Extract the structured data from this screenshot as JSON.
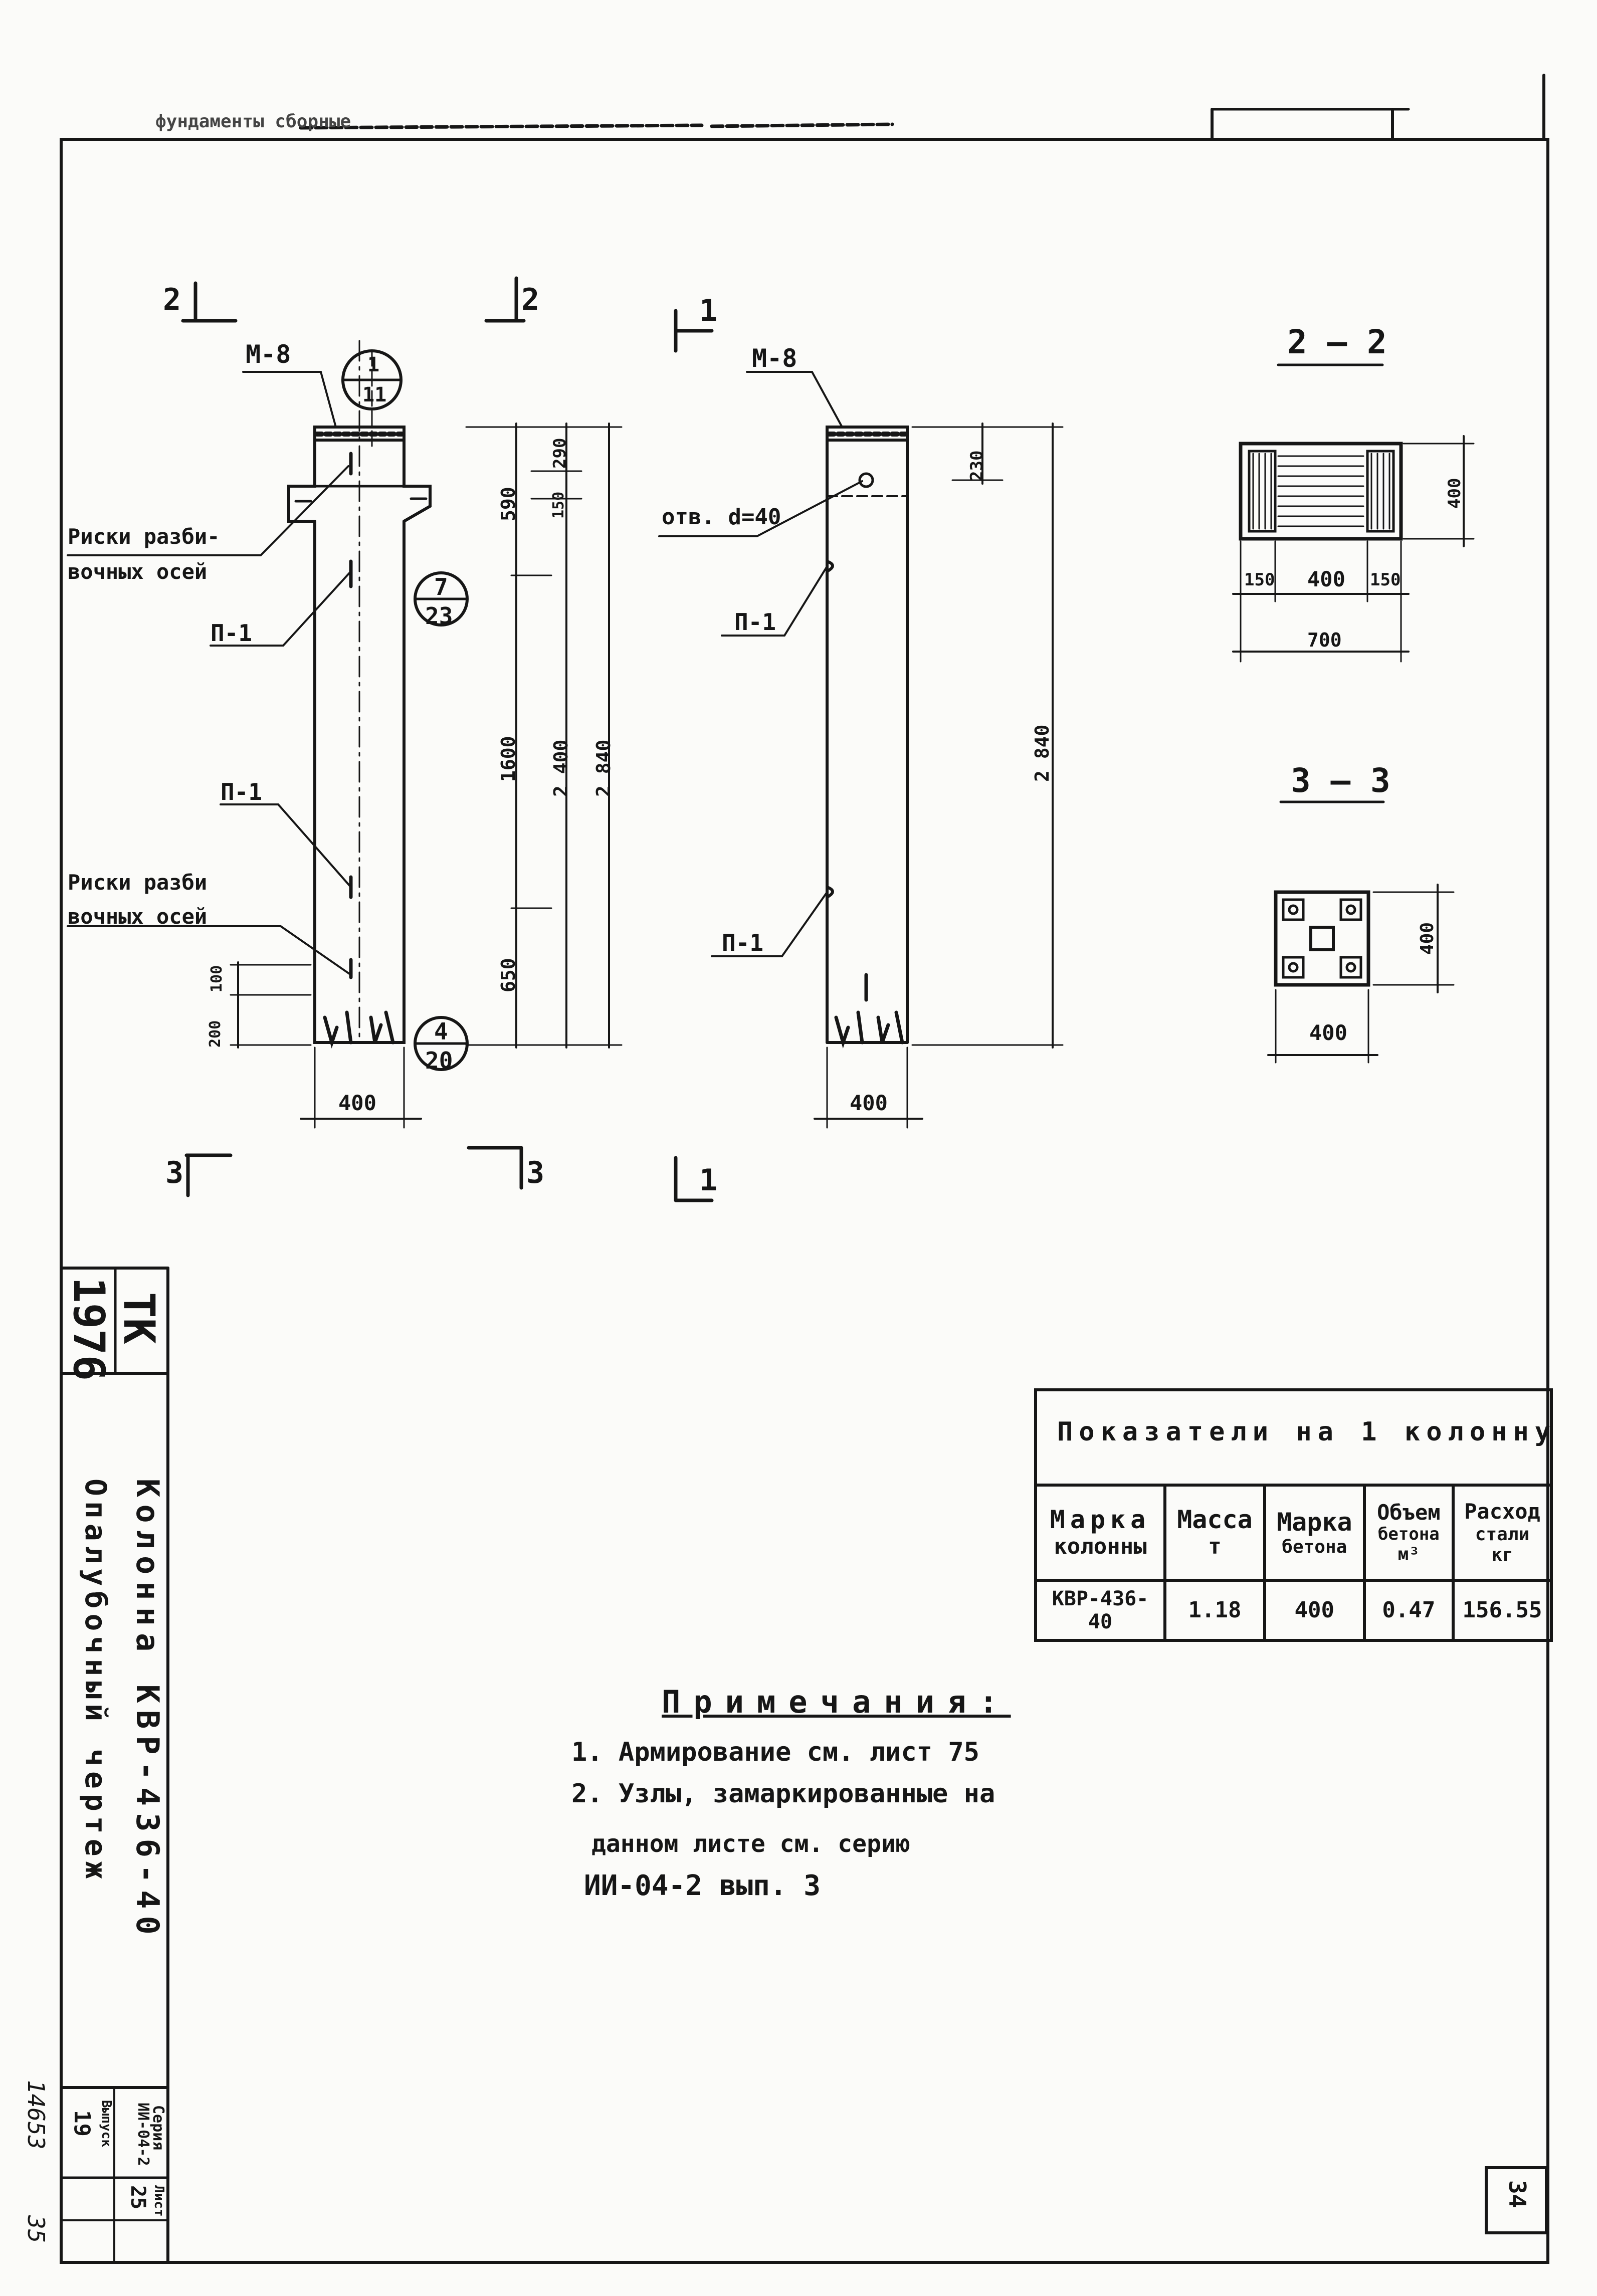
{
  "header_scribble": "фундаменты сборные",
  "view_left": {
    "section_mark_top_left": "2",
    "section_mark_top_right": "2",
    "section_mark_bottom_left": "3",
    "section_mark_bottom_right": "3",
    "embed_label": "М-8",
    "node_top": {
      "num": "1",
      "sheet": "11"
    },
    "node_mid": {
      "num": "7",
      "sheet": "23"
    },
    "node_bottom": {
      "num": "4",
      "sheet": "20"
    },
    "risks_1_line1": "Риски разби-",
    "risks_1_line2": "вочных осей",
    "p1_label_a": "П-1",
    "p1_label_b": "П-1",
    "risks_2_line1": "Риски  разби",
    "risks_2_line2": "вочных осей",
    "dims": {
      "d590": "590",
      "d290": "290",
      "d150": "150",
      "d1600": "1600",
      "d2400": "2 400",
      "d2840": "2 840",
      "d650": "650",
      "d100": "100",
      "d200": "200",
      "width": "400"
    }
  },
  "view_right": {
    "section_mark_top": "1",
    "section_mark_bottom": "1",
    "embed_label": "М-8",
    "hole_label": "отв. d=40",
    "p1_label_a": "П-1",
    "p1_label_b": "П-1",
    "dims": {
      "d230": "230",
      "d2840": "2 840",
      "width": "400"
    }
  },
  "section_2_2": {
    "title": "2 – 2",
    "dim_h": "400",
    "dim_a": "150",
    "dim_b": "400",
    "dim_c": "150",
    "dim_total": "700"
  },
  "section_3_3": {
    "title": "3 – 3",
    "dim_h": "400",
    "dim_w": "400"
  },
  "stamp": {
    "year": "1976",
    "org": "ТК",
    "title_line1": "Колонна КВР-436-40",
    "title_line2": "Опалубочный чертеж",
    "series_label": "Серия",
    "series_value": "ИИ-04-2",
    "issue_label": "Выпуск",
    "issue_value": "19",
    "sheet_label": "Лист",
    "sheet_value": "25",
    "inv_number": "14653",
    "page_number": "35"
  },
  "indicators_table": {
    "title": "Показатели на 1 колонну",
    "headers": [
      [
        "Марка",
        "колонны"
      ],
      [
        "Масса",
        "т"
      ],
      [
        "Марка",
        "бетона"
      ],
      [
        "Объем",
        "бетона",
        "м³"
      ],
      [
        "Расход",
        "стали",
        "кг"
      ]
    ],
    "row": [
      "КВР-436-40",
      "1.18",
      "400",
      "0.47",
      "156.55"
    ]
  },
  "notes": {
    "title": "Примечания:",
    "line1": "1. Армирование см. лист 75",
    "line2": "2. Узлы, замаркированные на",
    "line3": "данном листе см. серию",
    "line4": "ИИ-04-2 вып. 3"
  },
  "corner_sheet": "34"
}
